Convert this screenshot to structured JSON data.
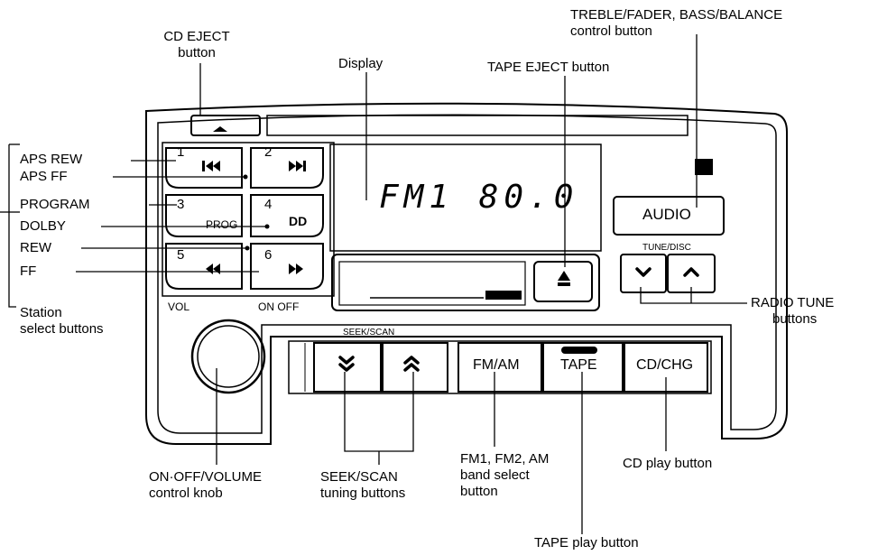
{
  "callouts": {
    "cd_eject": [
      "CD EJECT",
      "button"
    ],
    "display": "Display",
    "tape_eject": "TAPE EJECT button",
    "treble": [
      "TREBLE/FADER, BASS/BALANCE",
      "control button"
    ],
    "aps_rew": "APS REW",
    "aps_ff": "APS FF",
    "program": "PROGRAM",
    "dolby": "DOLBY",
    "rew": "REW",
    "ff": "FF",
    "station_select": [
      "Station",
      "select buttons"
    ],
    "radio_tune": [
      "RADIO TUNE",
      "buttons"
    ],
    "on_off_volume": [
      "ON·OFF/VOLUME",
      "control knob"
    ],
    "seek_scan": [
      "SEEK/SCAN",
      "tuning buttons"
    ],
    "band_select": [
      "FM1, FM2, AM",
      "band select",
      "button"
    ],
    "cd_play": "CD play button",
    "tape_play": "TAPE play button"
  },
  "panel": {
    "display_text": "FM1 80.0",
    "preset_numbers": [
      "1",
      "2",
      "3",
      "4",
      "5",
      "6"
    ],
    "prog_label": "PROG",
    "dolby_symbol": "DD",
    "vol_label": "VOL",
    "on_off_label": "ON OFF",
    "seek_scan_label": "SEEK/SCAN",
    "tune_disc_label": "TUNE/DISC",
    "audio_button": "AUDIO",
    "fm_am_button": "FM/AM",
    "tape_button": "TAPE",
    "cd_chg_button": "CD/CHG"
  }
}
